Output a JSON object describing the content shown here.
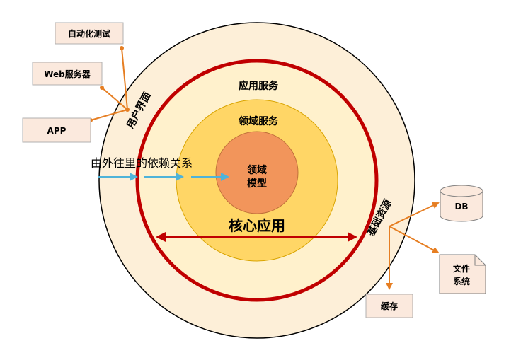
{
  "labels": {
    "user_interface": "用户界面",
    "infrastructure": "基础资源",
    "application_service": "应用服务",
    "domain_service": "领域服务",
    "domain_model_line1": "领域",
    "domain_model_line2": "模型",
    "core_application": "核心应用",
    "dependency": "由外往里的依赖关系"
  },
  "boxes": {
    "auto_test": "自动化测试",
    "web_server": "Web服务器",
    "app": "APP",
    "db": "DB",
    "file_system_line1": "文件",
    "file_system_line2": "系统",
    "cache": "缓存"
  },
  "colors": {
    "outer_ring": "#fdefd8",
    "red_ring": "#c00000",
    "app_ring": "#fff1cc",
    "domain_service": "#ffd666",
    "domain_model": "#f2955b",
    "connector": "#e67e22",
    "arrow_blue": "#4fb3d9",
    "box_fill": "#fbe9dd"
  }
}
